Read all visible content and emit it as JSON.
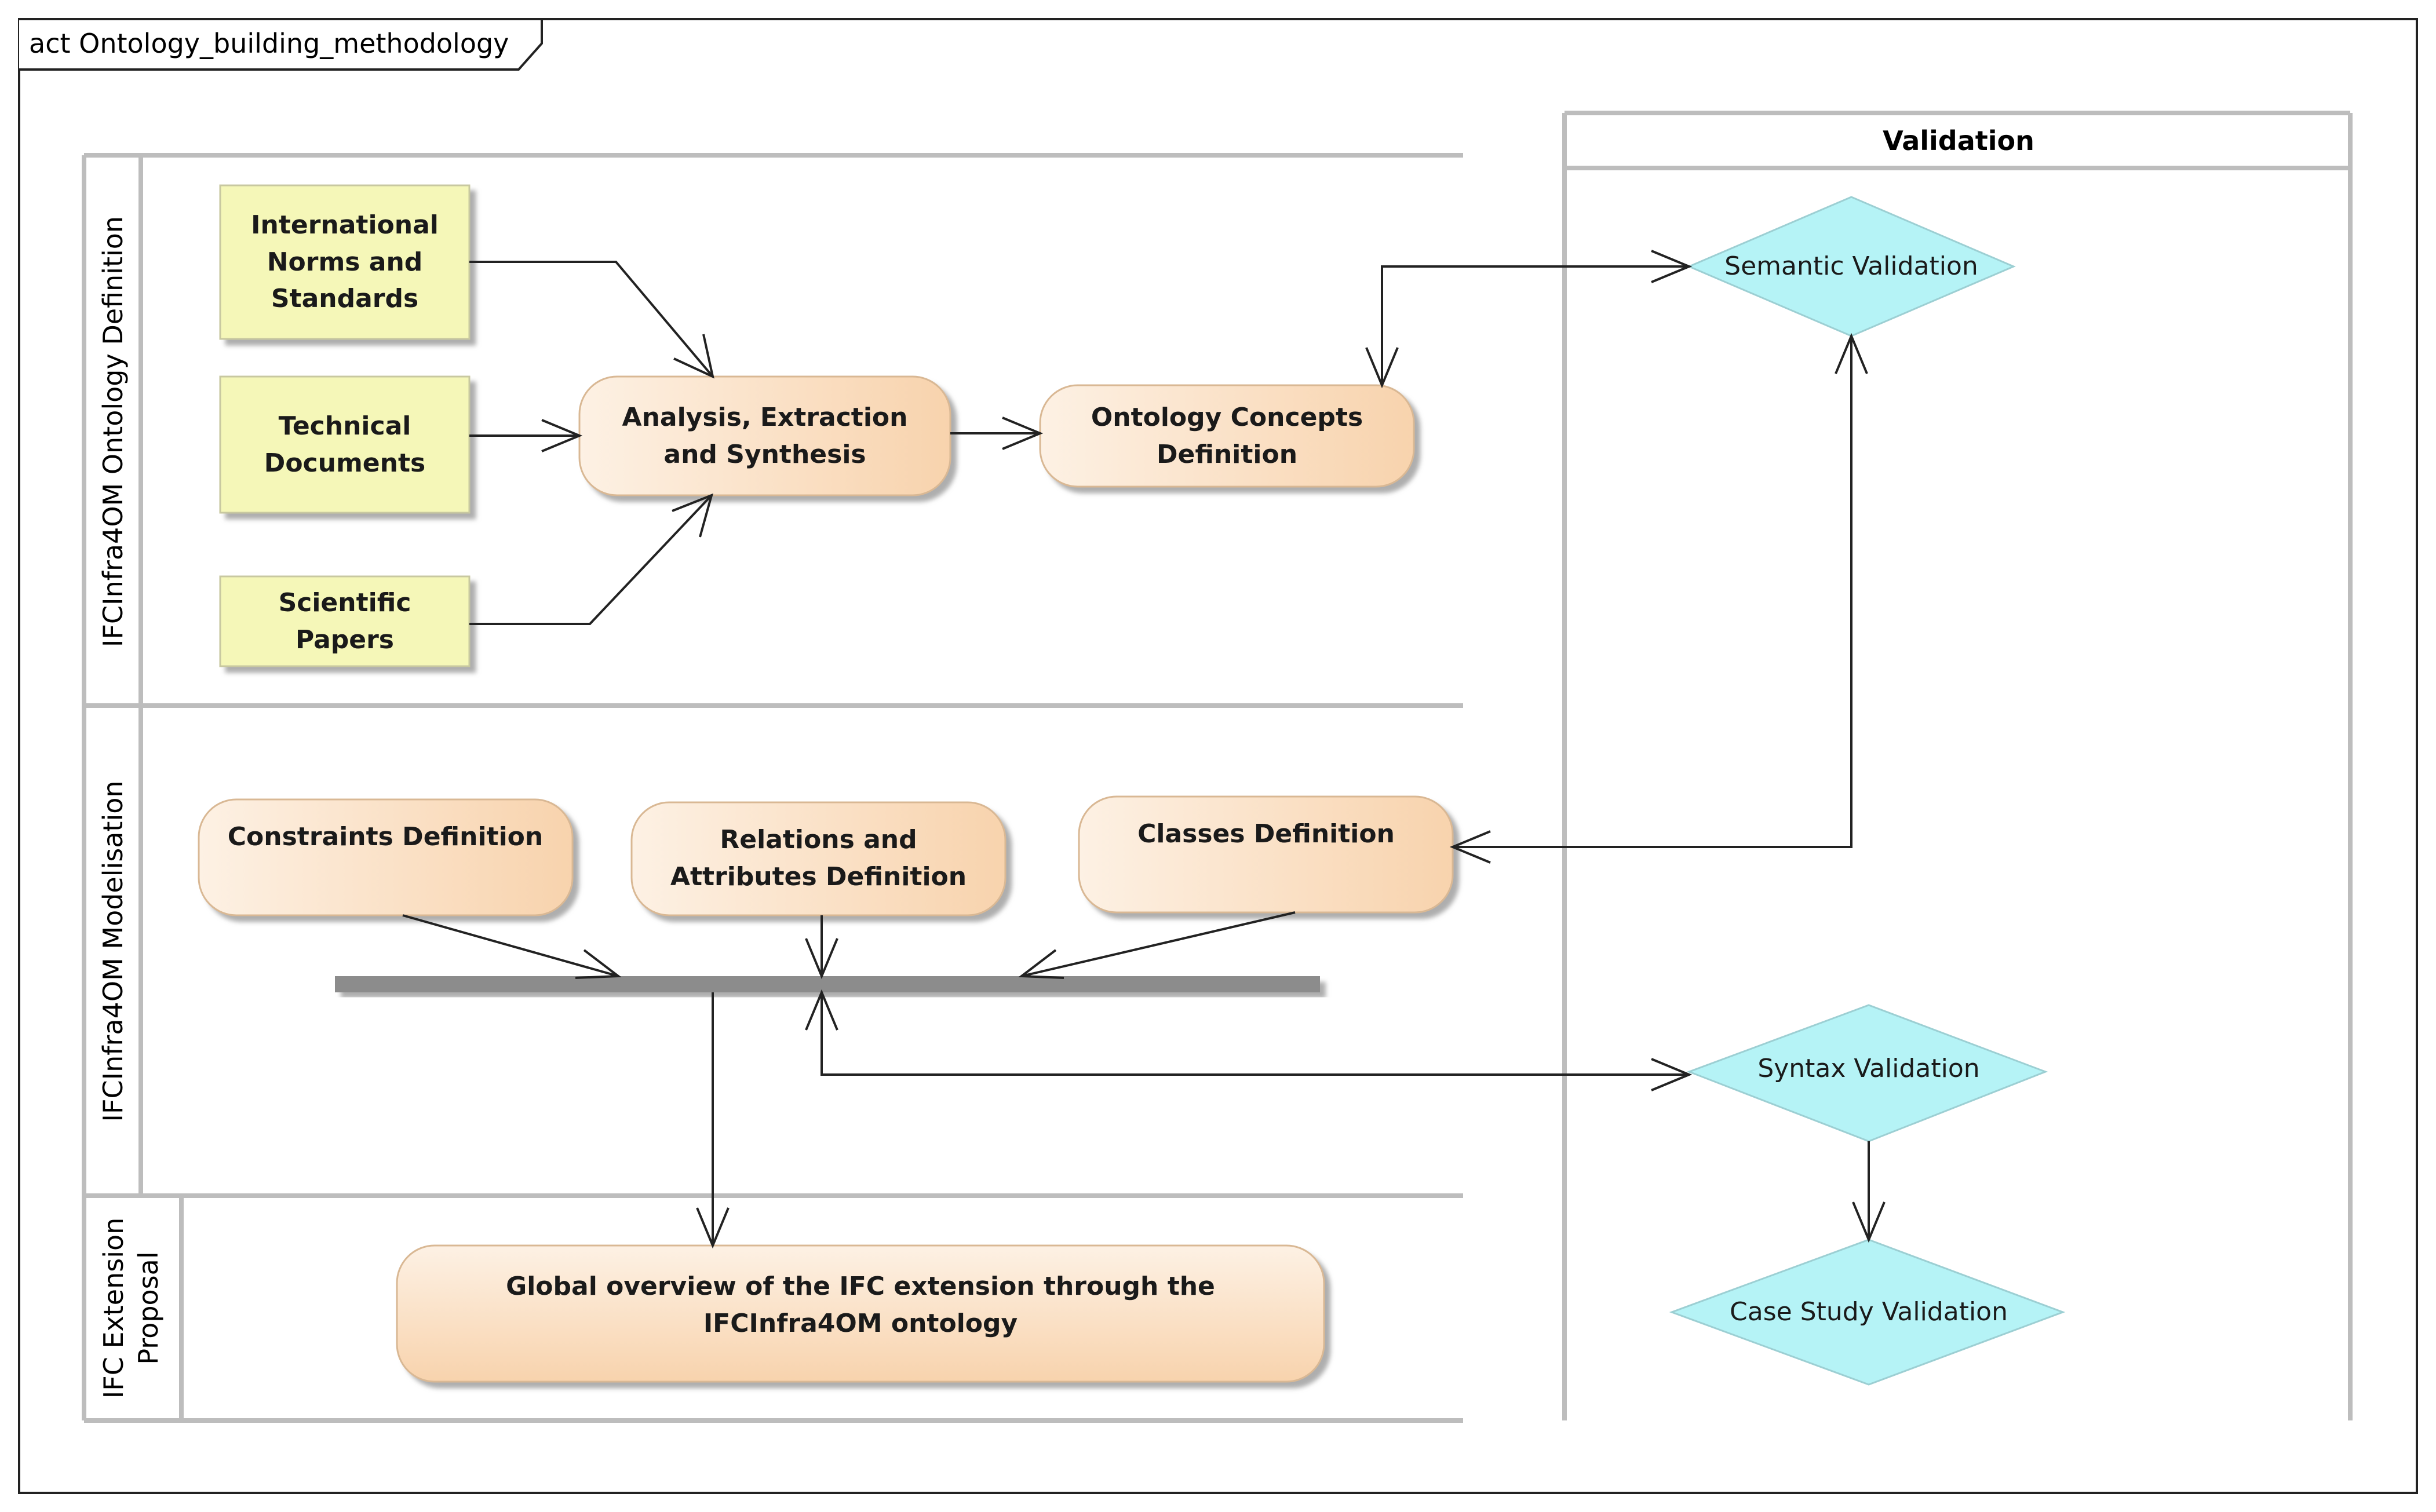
{
  "diagram": {
    "frame_title": "act Ontology_building_methodology",
    "lanes": [
      "IFCInfra4OM Ontology Definition",
      "IFCInfra4OM Modelisation",
      "IFC Extension Proposal"
    ],
    "validation_title": "Validation",
    "inputs": {
      "norms": "International Norms and Standards",
      "technical": "Technical Documents",
      "papers": "Scientific Papers"
    },
    "activities": {
      "analysis": "Analysis, Extraction and Synthesis",
      "concepts": "Ontology Concepts Definition",
      "constraints": "Constraints Definition",
      "relations": "Relations and Attributes Definition",
      "classes": "Classes Definition",
      "overview": "Global overview of the IFC extension through the IFCInfra4OM ontology"
    },
    "decisions": {
      "semantic": "Semantic Validation",
      "syntax": "Syntax Validation",
      "case_study": "Case Study Validation"
    }
  },
  "colors": {
    "input_fill": "#f5f7b8",
    "activity_fill_light": "#fdf1e4",
    "activity_fill_dark": "#f8d3ad",
    "decision_fill": "#b5f3f6",
    "bar_fill": "#8c8c8c",
    "frame_border": "#222222",
    "lane_border": "#bdbdbd"
  }
}
